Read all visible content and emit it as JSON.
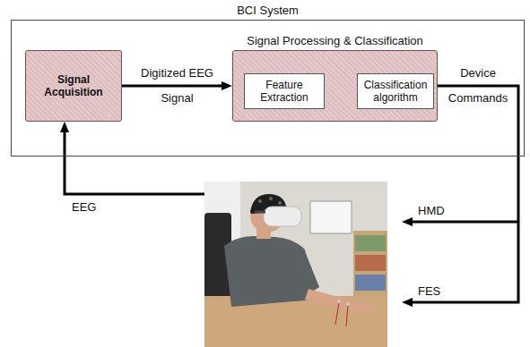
{
  "diagram": {
    "nodes": [
      {
        "text": [
          "BCI System"
        ]
      },
      {
        "text": [
          "Signal Acquisition"
        ],
        "in": 0
      },
      {
        "text": [
          "Signal Processing & Classification"
        ],
        "in": 0
      },
      {
        "text": [
          "Feature Extraction"
        ],
        "in": 2
      },
      {
        "text": [
          "Classification algorithm"
        ],
        "in": 2
      }
    ],
    "edges": [
      {
        "from": 1,
        "to": 2,
        "arrow": "to",
        "label": "Digitized EEG Signal"
      },
      {
        "from": 3,
        "to": 4,
        "arrow": "to"
      }
    ],
    "labels": [
      "Device Commands",
      "EEG",
      "HMD",
      "FES"
    ]
  }
}
